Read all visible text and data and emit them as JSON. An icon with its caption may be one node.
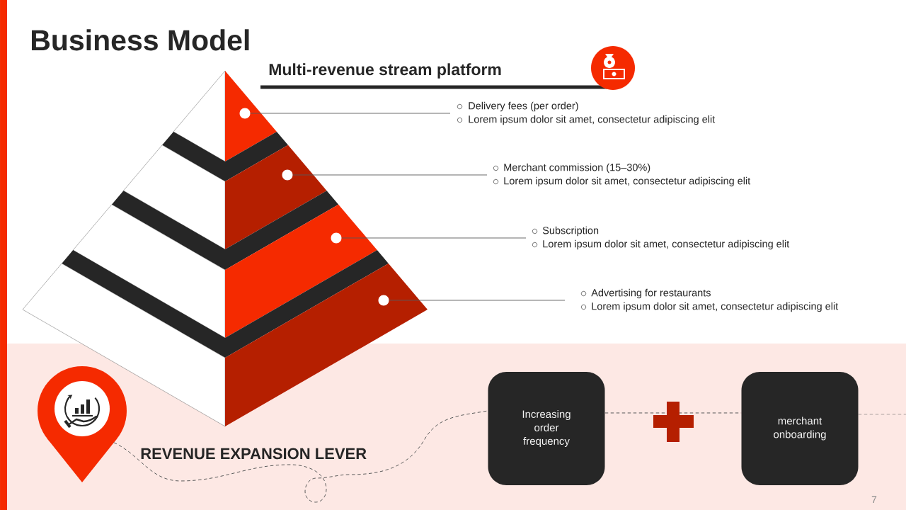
{
  "diagram": {
    "title": "Business Model",
    "nodes": [
      {
        "text": [
          "Delivery fees (per order)",
          "Lorem ipsum dolor sit amet, consectetur adipiscing elit"
        ]
      },
      {
        "text": [],
        "shape": "circle"
      },
      {
        "text": [
          "Merchant commission (15–30%)",
          "Lorem ipsum dolor sit amet, consectetur adipiscing elit"
        ]
      },
      {
        "text": [],
        "shape": "circle"
      },
      {
        "text": [
          "Subscription",
          "Lorem ipsum dolor sit amet, consectetur adipiscing elit"
        ]
      },
      {
        "text": [],
        "shape": "circle"
      },
      {
        "text": [
          "Advertising for restaurants",
          "Lorem ipsum dolor sit amet, consectetur adipiscing elit"
        ]
      },
      {
        "text": [],
        "shape": "circle"
      },
      {
        "text": [],
        "shape": "picture"
      },
      {
        "text": [
          "Increasing order frequency"
        ]
      },
      {
        "text": [
          "merchant onboarding"
        ]
      }
    ],
    "edges": [
      {
        "from": 0,
        "to": 1,
        "arrow": "none"
      },
      {
        "from": 2,
        "to": 3,
        "arrow": "none"
      },
      {
        "from": 4,
        "to": 5,
        "arrow": "none"
      },
      {
        "from": 6,
        "to": 7,
        "arrow": "none"
      },
      {
        "from": 8,
        "to": 9,
        "arrow": "none",
        "style": "dashed"
      },
      {
        "from": 9,
        "to": 10,
        "arrow": "none",
        "style": "dashed"
      },
      {
        "from": 10,
        "to": null,
        "arrow": "none",
        "style": "dashed"
      }
    ],
    "labels": [
      "Multi-revenue stream platform",
      "REVENUE EXPANSION LEVER",
      "7"
    ]
  }
}
